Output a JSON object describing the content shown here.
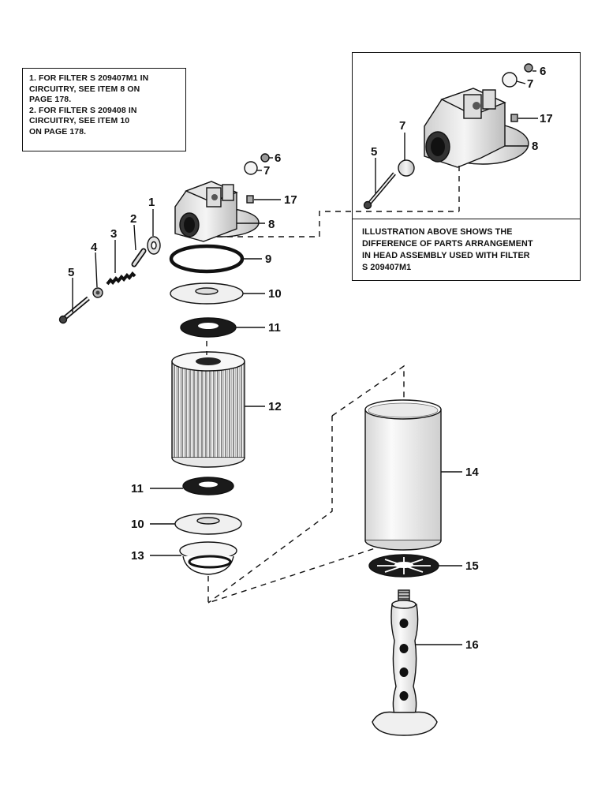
{
  "notes": {
    "lines": [
      "1.  FOR FILTER S 209407M1 IN",
      "     CIRCUITRY, SEE ITEM 8 ON",
      "     PAGE 178.",
      "2.  FOR FILTER S 209408 IN",
      "     CIRCUITRY, SEE ITEM 10",
      "     ON PAGE 178."
    ]
  },
  "inset": {
    "caption_lines": [
      "ILLUSTRATION ABOVE SHOWS THE",
      "DIFFERENCE OF PARTS ARRANGEMENT",
      "IN HEAD ASSEMBLY USED WITH FILTER",
      "S 209407M1"
    ],
    "callouts": {
      "c5": "5",
      "c6": "6",
      "c7a": "7",
      "c7b": "7",
      "c8": "8",
      "c17": "17"
    }
  },
  "callouts": {
    "c1": "1",
    "c2": "2",
    "c3": "3",
    "c4": "4",
    "c5": "5",
    "c6": "6",
    "c7": "7",
    "c8": "8",
    "c9": "9",
    "c10a": "10",
    "c10b": "10",
    "c11a": "11",
    "c11b": "11",
    "c12": "12",
    "c13": "13",
    "c14": "14",
    "c15": "15",
    "c16": "16",
    "c17": "17"
  }
}
